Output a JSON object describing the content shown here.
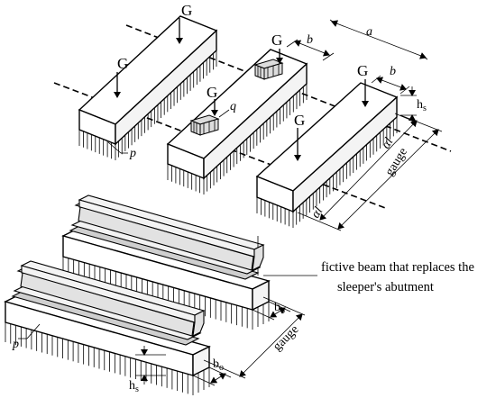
{
  "labels": {
    "G": "G",
    "b": "b",
    "a": "a",
    "q": "q",
    "p": "p",
    "hs_main": "h",
    "hs_sub": "s",
    "alpha_l": "αl",
    "gauge": "gauge",
    "bo_main": "b",
    "bo_sub": "o"
  },
  "caption": {
    "line1": "fictive beam that replaces the",
    "line2": "sleeper's abutment"
  }
}
